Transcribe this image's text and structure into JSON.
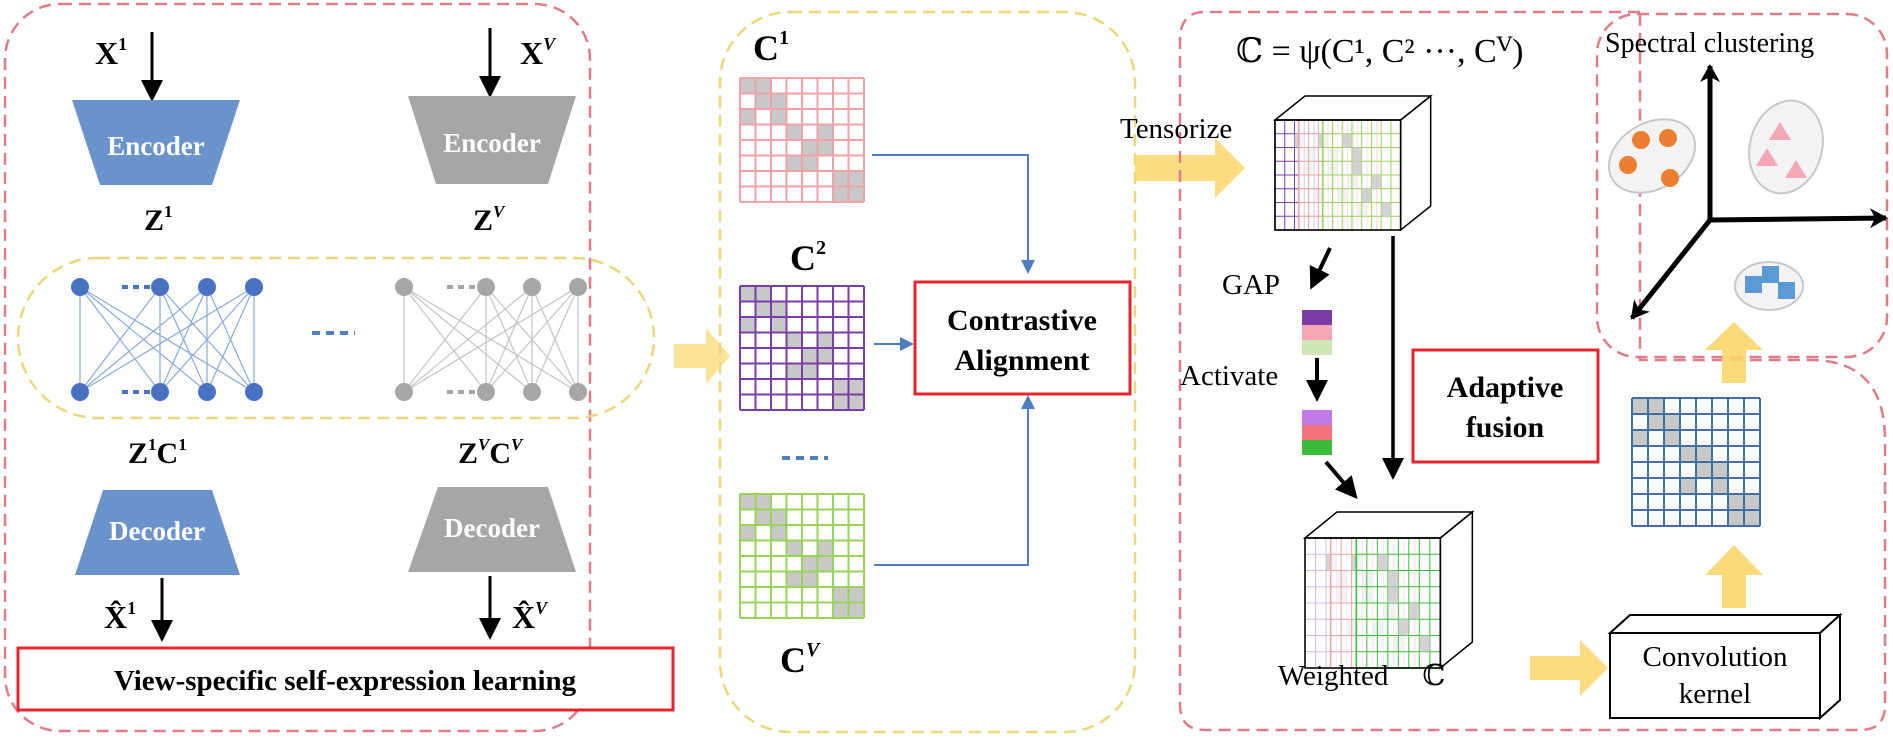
{
  "colors": {
    "blue": "#6b93cb",
    "gray": "#a6a6a6",
    "pink_dash": "#e17b87",
    "yellow_dash": "#ecd77a",
    "red_box": "#e0262e",
    "yellow_arrow": "#fbd66a",
    "line_blue": "#4e7ec2",
    "grid_pink": "#f0a2a6",
    "grid_purple": "#7b3ea8",
    "grid_green": "#9ad35a",
    "grid_blue": "#3f6fa6",
    "cell_gray": "#c8c8c8"
  },
  "view_panel": {
    "input_1": "X",
    "input_1_sup": "1",
    "input_v": "X",
    "input_v_sup": "V",
    "encoder_label": "Encoder",
    "decoder_label": "Decoder",
    "latent_1": "Z",
    "latent_1_sup": "1",
    "latent_v": "Z",
    "latent_v_sup": "V",
    "self_expr_1": "Z",
    "self_expr_1_sup": "1",
    "self_expr_1b": "C",
    "self_expr_1b_sup": "1",
    "self_expr_v": "Z",
    "self_expr_v_sup": "V",
    "self_expr_vb": "C",
    "self_expr_vb_sup": "V",
    "recon_1": "X̂",
    "recon_1_sup": "1",
    "recon_v": "X̂",
    "recon_v_sup": "V",
    "title": "View-specific self-expression learning"
  },
  "contrast_panel": {
    "c1": "C",
    "c1_sup": "1",
    "c2": "C",
    "c2_sup": "2",
    "cv": "C",
    "cv_sup": "V",
    "box_line1": "Contrastive",
    "box_line2": "Alignment"
  },
  "fusion_panel": {
    "formula": "ℂ = ψ(C¹, C² ···, Cⱽ)",
    "tensorize": "Tensorize",
    "gap": "GAP",
    "activate": "Activate",
    "weighted": "Weighted",
    "weighted_symbol": "ℂ",
    "box_line1": "Adaptive",
    "box_line2": "fusion",
    "conv_line1": "Convolution",
    "conv_line2": "kernel"
  },
  "cluster_panel": {
    "title": "Spectral clustering"
  }
}
